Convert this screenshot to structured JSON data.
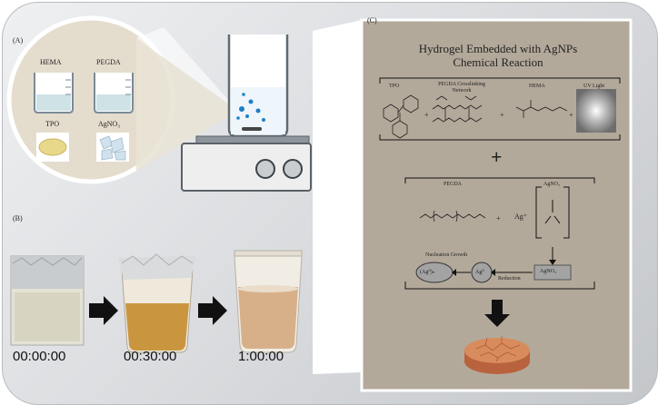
{
  "panels": {
    "a": {
      "label": "(A)",
      "beaker1": "HEMA",
      "beaker2": "PEGDA",
      "solid1": "TPO",
      "solid2": "AgNO₃"
    },
    "b": {
      "label": "(B)",
      "times": [
        "00:00:00",
        "00:30:00",
        "1:00:00"
      ]
    },
    "c": {
      "label": "(C)",
      "title_line1": "Hydrogel Embedded with AgNPs",
      "title_line2": "Chemical Reaction",
      "reactants": [
        "TPO",
        "PEGDA Crosslinking Network",
        "HEMA",
        "UV Light"
      ],
      "plus": "+",
      "second_row": [
        "PEGDA",
        "AgNO₃"
      ],
      "ag_plus": "Ag⁺",
      "silver": {
        "nucleation": "Nucleation Growth",
        "agn": "(Ag⁰)ₙ",
        "ag0": "Ag⁰",
        "reduction": "Reduction",
        "agno3": "AgNO₃"
      }
    }
  },
  "colors": {
    "panel_c_bg": "#b3a99a",
    "arrow": "#111111",
    "liquid": "#c9963f"
  }
}
